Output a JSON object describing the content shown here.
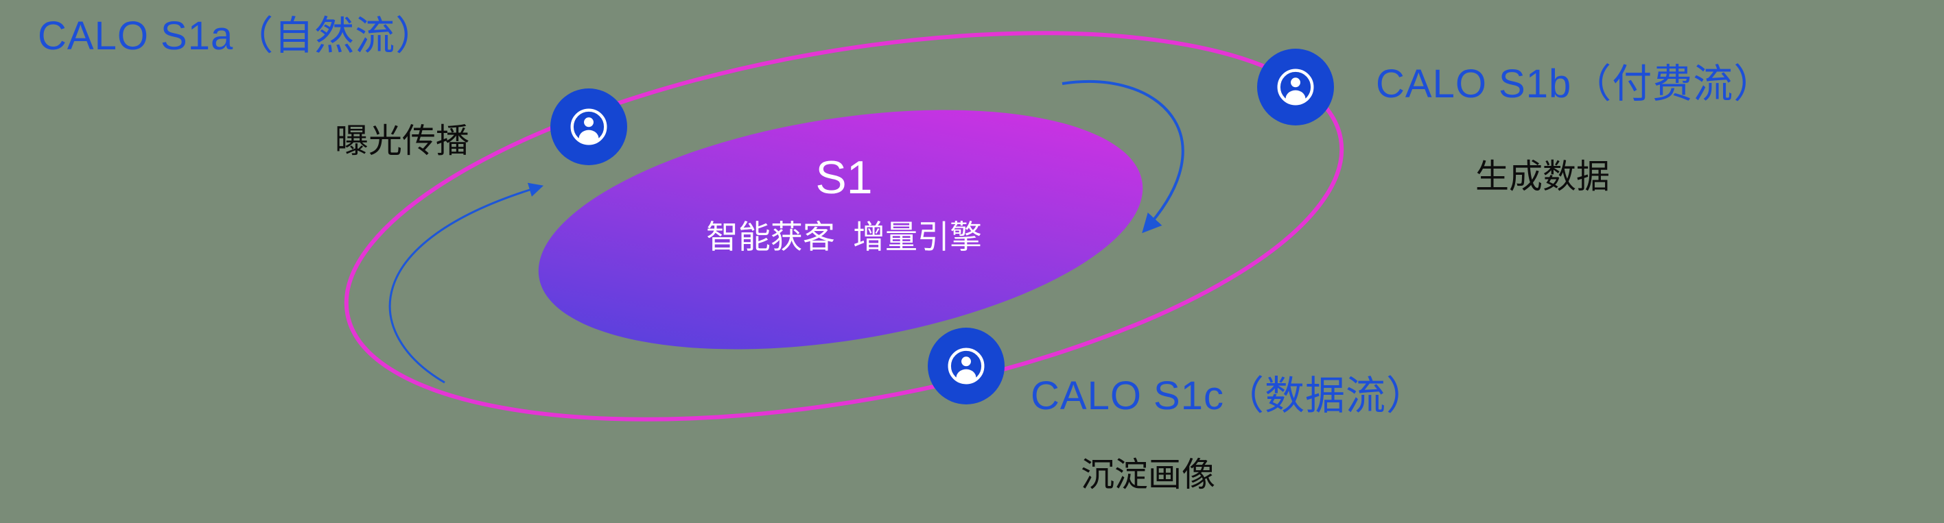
{
  "diagram": {
    "center": {
      "title": "S1",
      "subtitle": "智能获客  增量引擎"
    },
    "nodes": [
      {
        "label": "CALO S1a（自然流）",
        "sublabel": "曝光传播",
        "icon": "person-icon"
      },
      {
        "label": "CALO S1b（付费流）",
        "sublabel": "生成数据",
        "icon": "person-icon"
      },
      {
        "label": "CALO S1c（数据流）",
        "sublabel": "沉淀画像",
        "icon": "person-icon"
      }
    ],
    "colors": {
      "background": "#7a8c78",
      "label_blue": "#1d4fd7",
      "sublabel_dark": "#0d0d0d",
      "orbit_ring": "#e535d5",
      "node_fill": "#1546d2",
      "arrow": "#1d56d8",
      "core_gradient_start": "#4742dc",
      "core_gradient_end": "#de2fe4",
      "center_text": "#ffffff"
    }
  }
}
